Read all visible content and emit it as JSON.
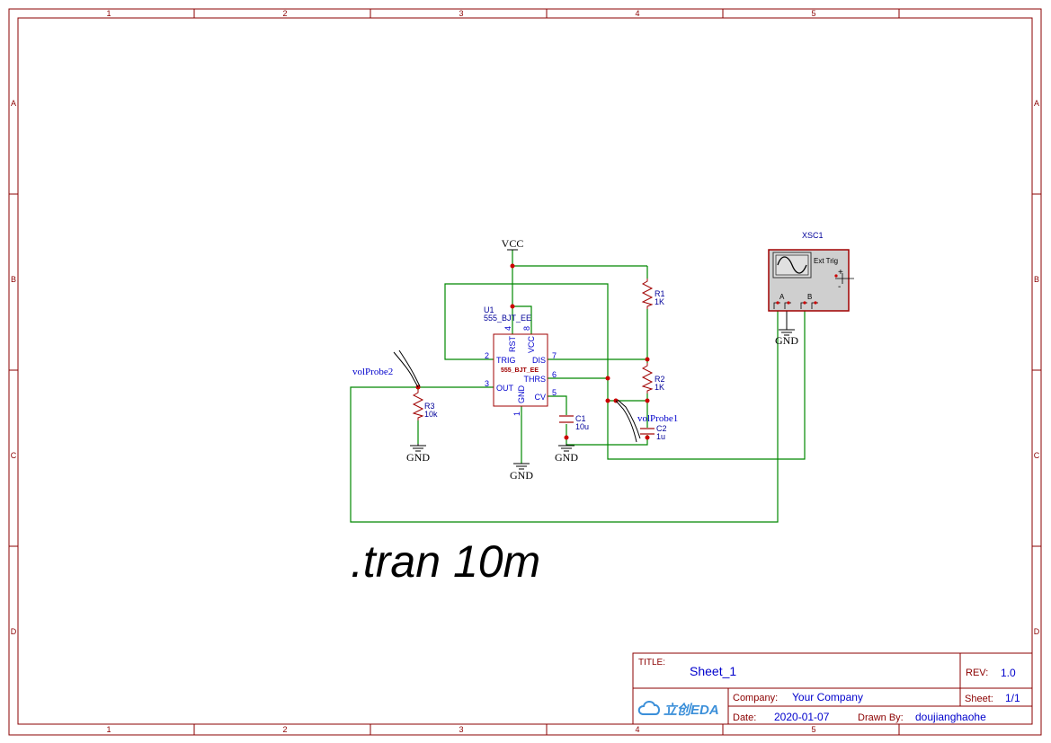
{
  "frame": {
    "col_labels": [
      "1",
      "2",
      "3",
      "4",
      "5"
    ],
    "row_labels": [
      "A",
      "B",
      "C",
      "D"
    ]
  },
  "colors": {
    "frame": "#8b0000",
    "wire": "#008800",
    "component": "#a00000",
    "pin_text": "#0000cc",
    "junction": "#cc0000",
    "label": "#000000"
  },
  "power": {
    "vcc": "VCC",
    "gnd1": "GND",
    "gnd2": "GND",
    "gnd3": "GND",
    "gnd4": "GND"
  },
  "u1": {
    "ref": "U1",
    "part": "555_BJT_EE",
    "body_label": "555_BJT_EE",
    "pins": {
      "rst": "RST",
      "vcc": "VCC",
      "trig": "TRIG",
      "out": "OUT",
      "gnd": "GND",
      "dis": "DIS",
      "thrs": "THRS",
      "cv": "CV",
      "n4": "4",
      "n8": "8",
      "n2": "2",
      "n3": "3",
      "n1": "1",
      "n7": "7",
      "n6": "6",
      "n5": "5"
    }
  },
  "r1": {
    "ref": "R1",
    "value": "1K"
  },
  "r2": {
    "ref": "R2",
    "value": "1K"
  },
  "r3": {
    "ref": "R3",
    "value": "10k"
  },
  "c1": {
    "ref": "C1",
    "value": "10u"
  },
  "c2": {
    "ref": "C2",
    "value": "1u"
  },
  "probes": {
    "p1": "volProbe1",
    "p2": "volProbe2"
  },
  "scope": {
    "ref": "XSC1",
    "ext_trig": "Ext Trig",
    "a": "A",
    "b": "B",
    "plus": "+",
    "minus": "-"
  },
  "directive": ".tran 10m",
  "title_block": {
    "title_label": "TITLE:",
    "title": "Sheet_1",
    "rev_label": "REV:",
    "rev": "1.0",
    "company_label": "Company:",
    "company": "Your Company",
    "sheet_label": "Sheet:",
    "sheet": "1/1",
    "date_label": "Date:",
    "date": "2020-01-07",
    "drawn_label": "Drawn By:",
    "drawn_by": "doujianghaohe",
    "logo": "立创EDA"
  }
}
